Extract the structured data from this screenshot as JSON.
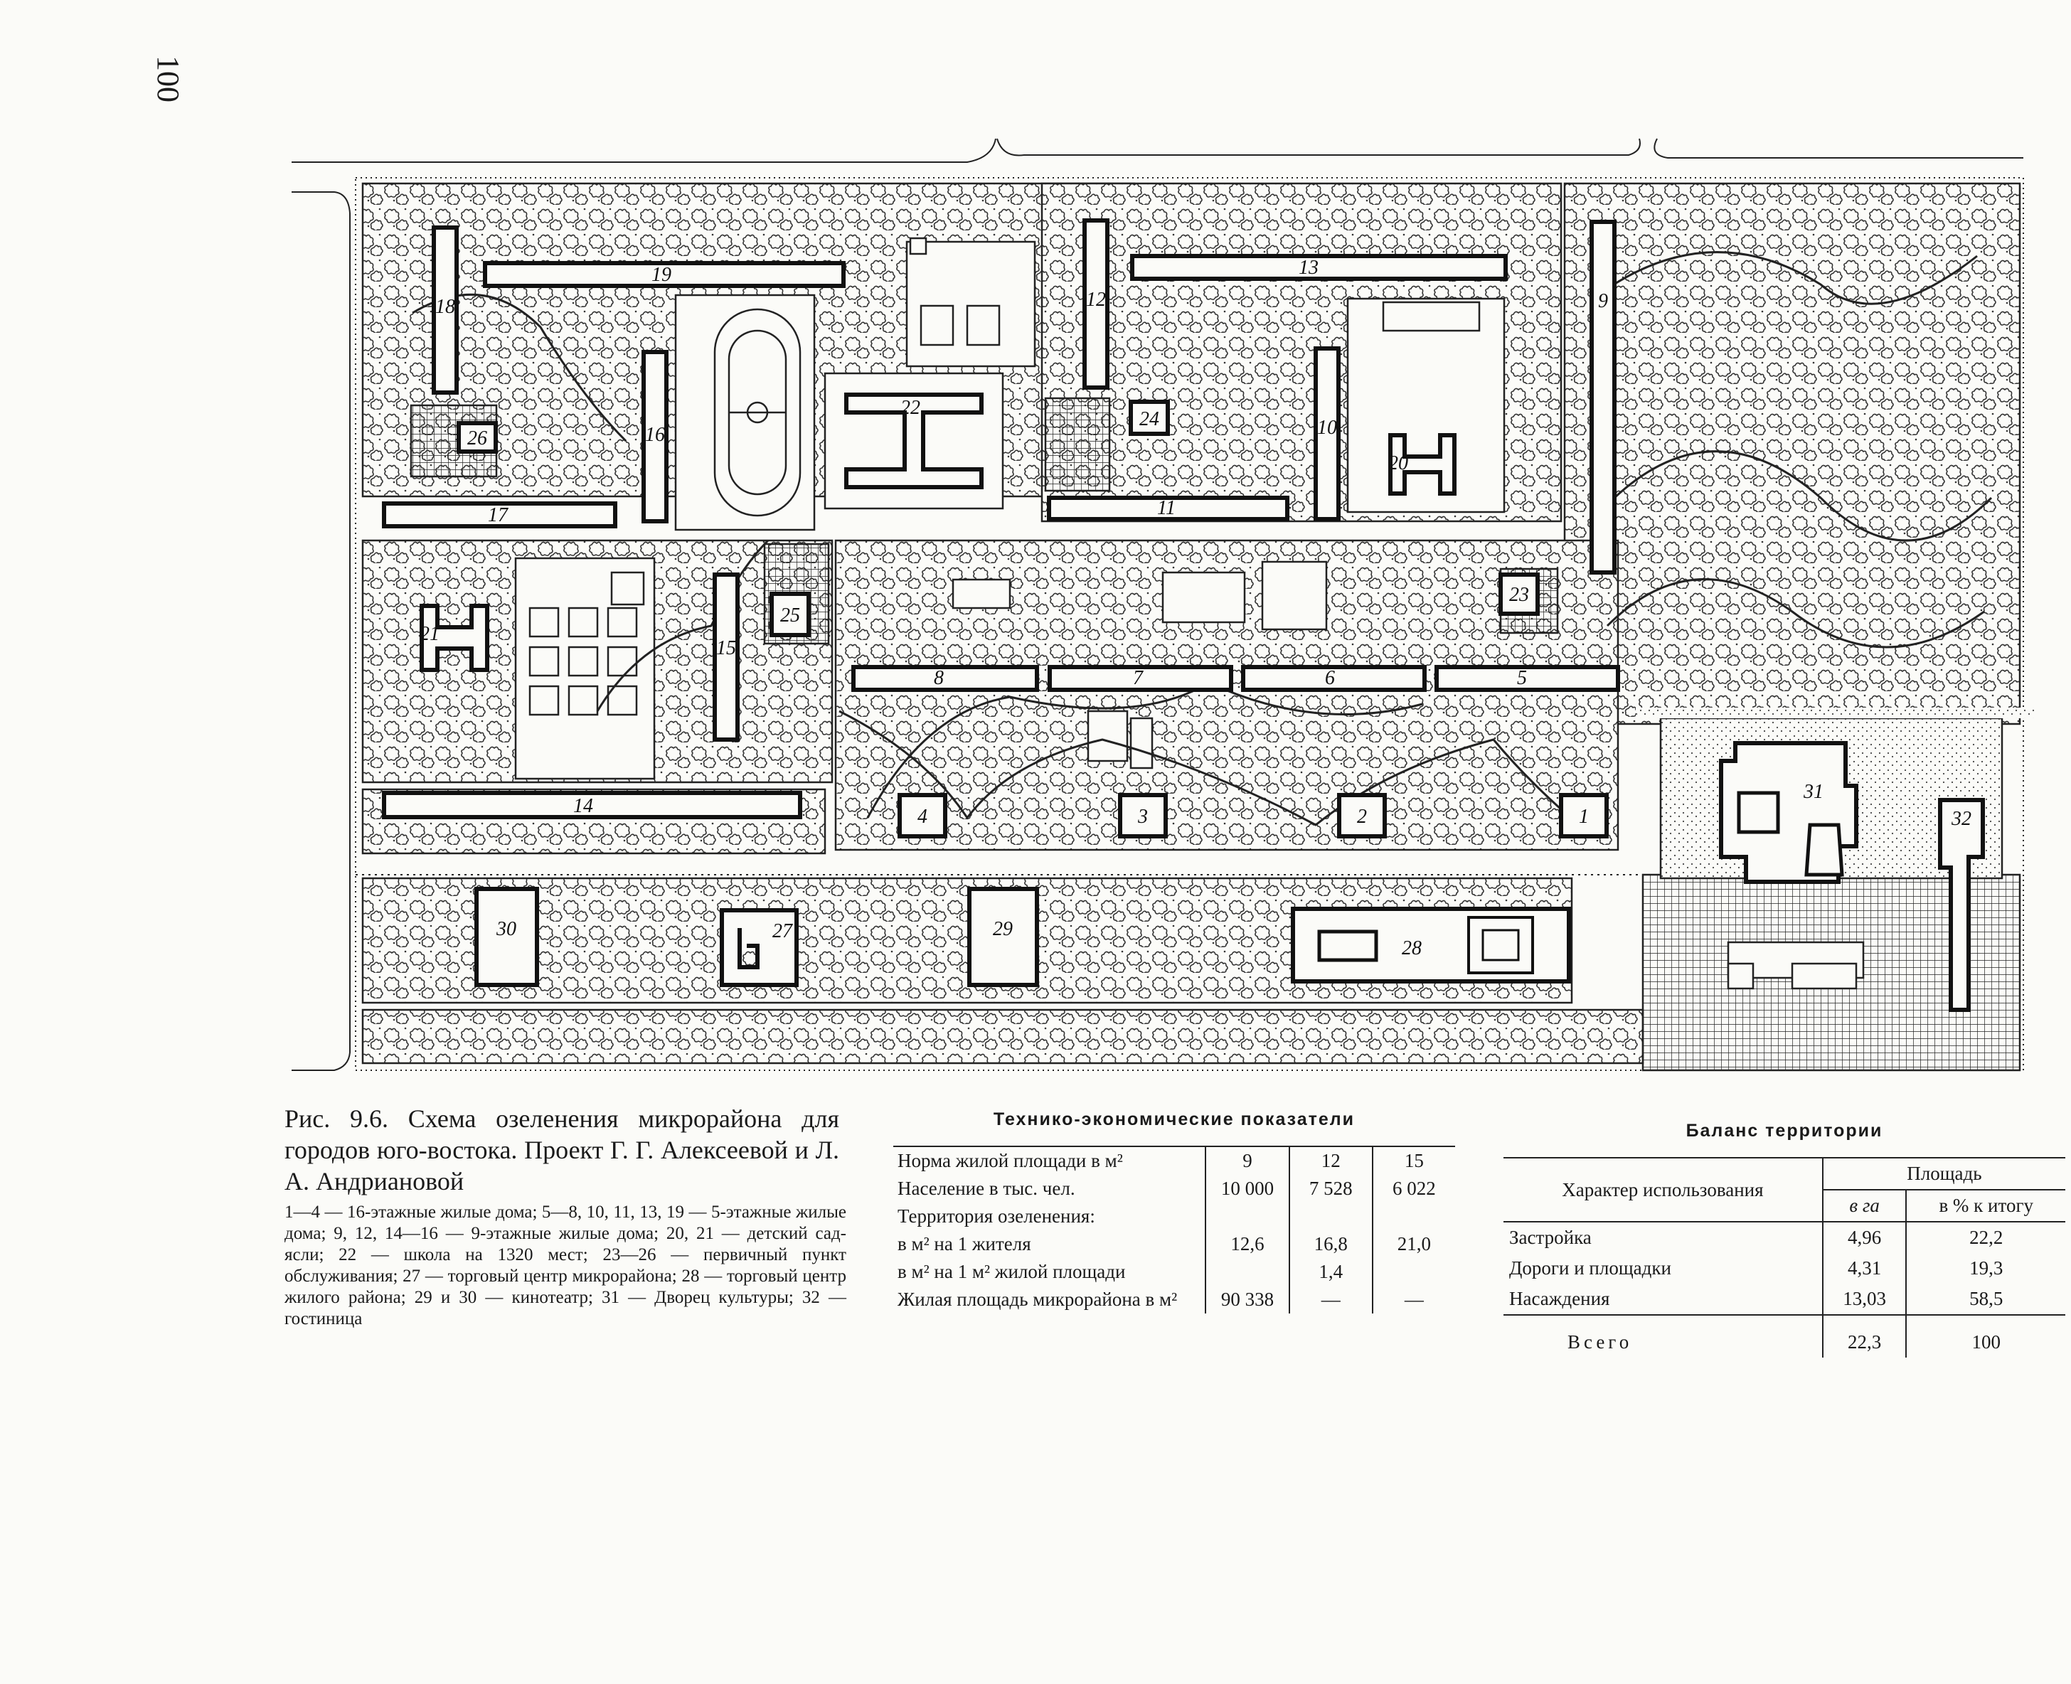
{
  "page": {
    "number": "100"
  },
  "plan": {
    "buildings": [
      {
        "num": "1"
      },
      {
        "num": "2"
      },
      {
        "num": "3"
      },
      {
        "num": "4"
      },
      {
        "num": "5"
      },
      {
        "num": "6"
      },
      {
        "num": "7"
      },
      {
        "num": "8"
      },
      {
        "num": "9"
      },
      {
        "num": "10"
      },
      {
        "num": "11"
      },
      {
        "num": "12"
      },
      {
        "num": "13"
      },
      {
        "num": "14"
      },
      {
        "num": "15"
      },
      {
        "num": "16"
      },
      {
        "num": "17"
      },
      {
        "num": "18"
      },
      {
        "num": "19"
      },
      {
        "num": "20"
      },
      {
        "num": "21"
      },
      {
        "num": "22"
      },
      {
        "num": "23"
      },
      {
        "num": "24"
      },
      {
        "num": "25"
      },
      {
        "num": "26"
      },
      {
        "num": "27"
      },
      {
        "num": "28"
      },
      {
        "num": "29"
      },
      {
        "num": "30"
      },
      {
        "num": "31"
      },
      {
        "num": "32"
      }
    ]
  },
  "caption": {
    "text": "Рис. 9.6. Схема озеленения микрорайона для городов юго-востока. Проект Г. Г. Алексеевой и Л. А. Андриановой"
  },
  "legend": {
    "text": "1—4 — 16-этажные жилые дома; 5—8, 10, 11, 13, 19 — 5-этажные жилые дома; 9, 12, 14—16 — 9-этажные жилые дома; 20, 21 — детский сад-ясли; 22 — школа на 1320 мест; 23—26 — первичный пункт обслуживания; 27 — торговый центр микрорайона; 28 — торговый центр жилого района; 29 и 30 — кинотеатр; 31 — Дворец культуры; 32 — гостиница"
  },
  "tech": {
    "title": "Технико-экономические показатели",
    "rows": [
      {
        "label": "Норма жилой площади в м²",
        "v1": "9",
        "v2": "12",
        "v3": "15"
      },
      {
        "label": "Население в тыс. чел.",
        "v1": "10 000",
        "v2": "7 528",
        "v3": "6 022"
      },
      {
        "label": "Территория озеленения:",
        "v1": "",
        "v2": "",
        "v3": ""
      },
      {
        "label": "в м² на 1 жителя",
        "v1": "12,6",
        "v2": "16,8",
        "v3": "21,0"
      },
      {
        "label": "в м² на 1 м² жилой площади",
        "v1": "",
        "v2": "1,4",
        "v3": ""
      },
      {
        "label": "Жилая площадь микрорайона в м²",
        "v1": "90 338",
        "v2": "—",
        "v3": "—"
      }
    ]
  },
  "balance": {
    "title": "Баланс территории",
    "col_use": "Характер использования",
    "col_area": "Площадь",
    "col_ha": "в га",
    "col_pct": "в % к итогу",
    "rows": [
      {
        "name": "Застройка",
        "ha": "4,96",
        "pct": "22,2"
      },
      {
        "name": "Дороги и площадки",
        "ha": "4,31",
        "pct": "19,3"
      },
      {
        "name": "Насаждения",
        "ha": "13,03",
        "pct": "58,5"
      }
    ],
    "total": {
      "name": "Всего",
      "ha": "22,3",
      "pct": "100"
    }
  }
}
